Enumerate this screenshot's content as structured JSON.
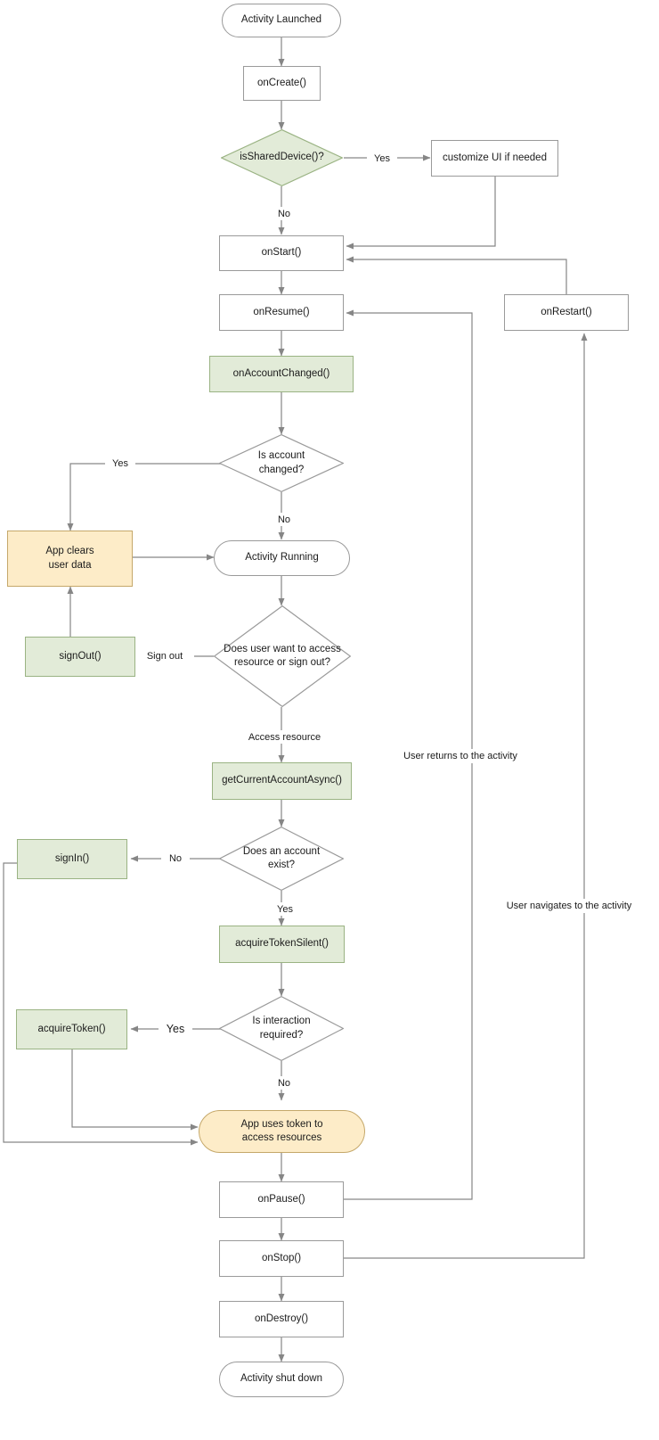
{
  "diagram": {
    "title": "Android activity lifecycle with MSAL authentication flow",
    "colors": {
      "process_green_fill": "#e2ebd8",
      "process_green_stroke": "#9ab383",
      "process_orange_fill": "#fdecc8",
      "process_orange_stroke": "#c5a86a",
      "node_stroke": "#9a9a9a",
      "connector": "#868686",
      "text": "#1b1b1b",
      "background": "#ffffff"
    },
    "nodes": [
      {
        "id": "activity_launched",
        "label": "Activity Launched",
        "shape": "terminal",
        "style": "white"
      },
      {
        "id": "on_create",
        "label": "onCreate()",
        "shape": "rect",
        "style": "white"
      },
      {
        "id": "is_shared_device",
        "label": "isSharedDevice()?",
        "shape": "diamond",
        "style": "green"
      },
      {
        "id": "customize_ui",
        "label": "customize UI if needed",
        "shape": "rect",
        "style": "white"
      },
      {
        "id": "on_start",
        "label": "onStart()",
        "shape": "rect",
        "style": "white"
      },
      {
        "id": "on_resume",
        "label": "onResume()",
        "shape": "rect",
        "style": "white"
      },
      {
        "id": "on_restart",
        "label": "onRestart()",
        "shape": "rect",
        "style": "white"
      },
      {
        "id": "on_account_changed",
        "label": "onAccountChanged()",
        "shape": "rect",
        "style": "green"
      },
      {
        "id": "is_account_changed",
        "label": "Is account changed?",
        "shape": "diamond",
        "style": "white"
      },
      {
        "id": "app_clears_user_data",
        "label": "App clears user data",
        "shape": "rect",
        "style": "orange"
      },
      {
        "id": "activity_running",
        "label": "Activity Running",
        "shape": "terminal",
        "style": "white"
      },
      {
        "id": "access_or_signout",
        "label": "Does user want to access resource or sign out?",
        "shape": "diamond",
        "style": "white"
      },
      {
        "id": "sign_out",
        "label": "signOut()",
        "shape": "rect",
        "style": "green"
      },
      {
        "id": "get_current_account",
        "label": "getCurrentAccountAsync()",
        "shape": "rect",
        "style": "green"
      },
      {
        "id": "account_exists",
        "label": "Does an account exist?",
        "shape": "diamond",
        "style": "white"
      },
      {
        "id": "sign_in",
        "label": "signIn()",
        "shape": "rect",
        "style": "green"
      },
      {
        "id": "acquire_token_silent",
        "label": "acquireTokenSilent()",
        "shape": "rect",
        "style": "green"
      },
      {
        "id": "interaction_required",
        "label": "Is interaction required?",
        "shape": "diamond",
        "style": "white"
      },
      {
        "id": "acquire_token",
        "label": "acquireToken()",
        "shape": "rect",
        "style": "green"
      },
      {
        "id": "app_uses_token",
        "label": "App uses token to access resources",
        "shape": "terminal",
        "style": "orange"
      },
      {
        "id": "on_pause",
        "label": "onPause()",
        "shape": "rect",
        "style": "white"
      },
      {
        "id": "on_stop",
        "label": "onStop()",
        "shape": "rect",
        "style": "white"
      },
      {
        "id": "on_destroy",
        "label": "onDestroy()",
        "shape": "rect",
        "style": "white"
      },
      {
        "id": "activity_shut_down",
        "label": "Activity shut down",
        "shape": "terminal",
        "style": "white"
      }
    ],
    "node_labels": {
      "activity_launched": "Activity Launched",
      "on_create": "onCreate()",
      "is_shared_device": "isSharedDevice()?",
      "customize_ui": "customize UI if needed",
      "on_start": "onStart()",
      "on_resume": "onResume()",
      "on_restart": "onRestart()",
      "on_account_changed": "onAccountChanged()",
      "is_account_changed_l1": "Is account",
      "is_account_changed_l2": "changed?",
      "app_clears_user_data_l1": "App clears",
      "app_clears_user_data_l2": "user data",
      "activity_running": "Activity Running",
      "access_or_signout_l1": "Does user want to access",
      "access_or_signout_l2": "resource or sign out?",
      "sign_out": "signOut()",
      "get_current_account": "getCurrentAccountAsync()",
      "account_exists_l1": "Does an account",
      "account_exists_l2": "exist?",
      "sign_in": "signIn()",
      "acquire_token_silent": "acquireTokenSilent()",
      "interaction_required_l1": "Is interaction",
      "interaction_required_l2": "required?",
      "acquire_token": "acquireToken()",
      "app_uses_token_l1": "App uses token to",
      "app_uses_token_l2": "access resources",
      "on_pause": "onPause()",
      "on_stop": "onStop()",
      "on_destroy": "onDestroy()",
      "activity_shut_down": "Activity shut down"
    },
    "edge_labels": {
      "shared_device_yes": "Yes",
      "shared_device_no": "No",
      "account_changed_yes": "Yes",
      "account_changed_no": "No",
      "sign_out": "Sign out",
      "access_resource": "Access resource",
      "account_exists_no": "No",
      "account_exists_yes": "Yes",
      "interaction_required_yes": "Yes",
      "interaction_required_no": "No",
      "user_returns": "User returns to the activity",
      "user_navigates": "User navigates to the activity"
    },
    "edges": [
      {
        "from": "activity_launched",
        "to": "on_create",
        "label": ""
      },
      {
        "from": "on_create",
        "to": "is_shared_device",
        "label": ""
      },
      {
        "from": "is_shared_device",
        "to": "customize_ui",
        "label": "Yes"
      },
      {
        "from": "is_shared_device",
        "to": "on_start",
        "label": "No"
      },
      {
        "from": "customize_ui",
        "to": "on_start",
        "label": ""
      },
      {
        "from": "on_start",
        "to": "on_resume",
        "label": ""
      },
      {
        "from": "on_restart",
        "to": "on_start",
        "label": ""
      },
      {
        "from": "on_resume",
        "to": "on_account_changed",
        "label": ""
      },
      {
        "from": "on_account_changed",
        "to": "is_account_changed",
        "label": ""
      },
      {
        "from": "is_account_changed",
        "to": "app_clears_user_data",
        "label": "Yes"
      },
      {
        "from": "is_account_changed",
        "to": "activity_running",
        "label": "No"
      },
      {
        "from": "app_clears_user_data",
        "to": "activity_running",
        "label": ""
      },
      {
        "from": "activity_running",
        "to": "access_or_signout",
        "label": ""
      },
      {
        "from": "access_or_signout",
        "to": "sign_out",
        "label": "Sign out"
      },
      {
        "from": "sign_out",
        "to": "app_clears_user_data",
        "label": ""
      },
      {
        "from": "access_or_signout",
        "to": "get_current_account",
        "label": "Access resource"
      },
      {
        "from": "get_current_account",
        "to": "account_exists",
        "label": ""
      },
      {
        "from": "account_exists",
        "to": "sign_in",
        "label": "No"
      },
      {
        "from": "account_exists",
        "to": "acquire_token_silent",
        "label": "Yes"
      },
      {
        "from": "sign_in",
        "to": "app_uses_token",
        "label": ""
      },
      {
        "from": "acquire_token_silent",
        "to": "interaction_required",
        "label": ""
      },
      {
        "from": "interaction_required",
        "to": "acquire_token",
        "label": "Yes"
      },
      {
        "from": "interaction_required",
        "to": "app_uses_token",
        "label": "No"
      },
      {
        "from": "acquire_token",
        "to": "app_uses_token",
        "label": ""
      },
      {
        "from": "app_uses_token",
        "to": "on_pause",
        "label": ""
      },
      {
        "from": "on_pause",
        "to": "on_resume",
        "label": "User returns to the activity"
      },
      {
        "from": "on_pause",
        "to": "on_stop",
        "label": ""
      },
      {
        "from": "on_stop",
        "to": "on_restart",
        "label": "User navigates to the activity"
      },
      {
        "from": "on_stop",
        "to": "on_destroy",
        "label": ""
      },
      {
        "from": "on_destroy",
        "to": "activity_shut_down",
        "label": ""
      }
    ]
  }
}
